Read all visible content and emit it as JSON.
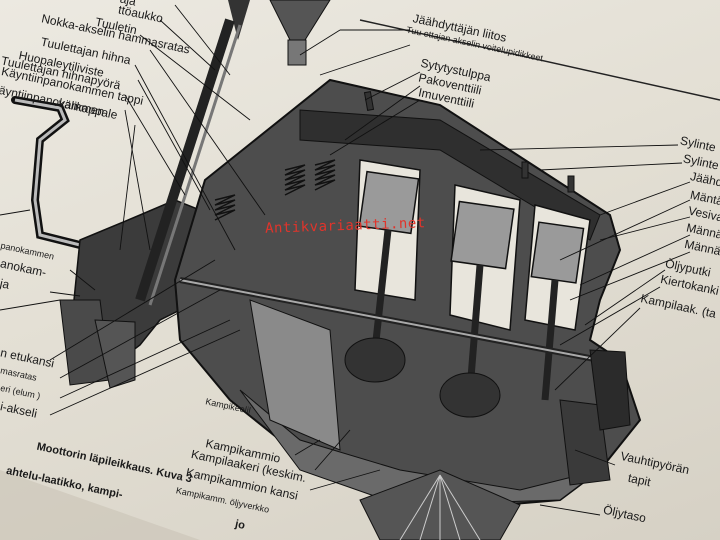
{
  "labels_left": [
    {
      "id": "l1",
      "text": "aja"
    },
    {
      "id": "l2",
      "text": "ttöaukko"
    },
    {
      "id": "l3",
      "text": "Tuuletin"
    },
    {
      "id": "l4",
      "text": "Nokka-akselin hammasratas"
    },
    {
      "id": "l5",
      "text": "Tuulettajan hihna"
    },
    {
      "id": "l6",
      "text": "Huopaleytiliviste"
    },
    {
      "id": "l7",
      "text": "Tuulettajan hihnapyörä"
    },
    {
      "id": "l8",
      "text": "Käyntiinpanokammen tappi"
    },
    {
      "id": "l9",
      "text": "Käyntiinpanokammen"
    },
    {
      "id": "l10",
      "text": "välikappale"
    },
    {
      "id": "l11",
      "text": "panokammen"
    },
    {
      "id": "l12",
      "text": "anokam-"
    },
    {
      "id": "l13",
      "text": "ja"
    },
    {
      "id": "l14",
      "text": "n etukansi"
    },
    {
      "id": "l15",
      "text": "masratas"
    },
    {
      "id": "l16",
      "text": "eri (elum )"
    },
    {
      "id": "l17",
      "text": "i-akseli"
    }
  ],
  "labels_top": [
    {
      "id": "t1",
      "text": "Jäähdyttäjän liitos"
    },
    {
      "id": "t2",
      "text": "Tuu ettajan akselin voitelupidikkeet"
    },
    {
      "id": "t3",
      "text": "Sytytystulppa"
    },
    {
      "id": "t4",
      "text": "Pakoventtiili"
    },
    {
      "id": "t5",
      "text": "Imuventtiili"
    }
  ],
  "labels_right": [
    {
      "id": "r1",
      "text": "Sylinte"
    },
    {
      "id": "r2",
      "text": "Sylinte"
    },
    {
      "id": "r3",
      "text": "Jäähdy"
    },
    {
      "id": "r4",
      "text": "Mäntä"
    },
    {
      "id": "r5",
      "text": "Vesivaip"
    },
    {
      "id": "r6",
      "text": "Männänre"
    },
    {
      "id": "r7",
      "text": "Männäntap"
    },
    {
      "id": "r8",
      "text": "Öljyputki"
    },
    {
      "id": "r9",
      "text": "Kiertokanki"
    },
    {
      "id": "r10",
      "text": "Kampilaak. (ta"
    },
    {
      "id": "r11",
      "text": "Vauhtipyörän"
    },
    {
      "id": "r12",
      "text": "tapit"
    },
    {
      "id": "r13",
      "text": "Öljytaso"
    }
  ],
  "labels_bottom": [
    {
      "id": "b1",
      "text": "Kampikeelil"
    },
    {
      "id": "b2",
      "text": "Kampikammio"
    },
    {
      "id": "b3",
      "text": "Kampilaakeri (keskim."
    },
    {
      "id": "b4",
      "text": "Kampikammion kansi"
    },
    {
      "id": "b5",
      "text": "Kampikamm. öljyverkko"
    }
  ],
  "caption": {
    "line1": "Moottorin läpileikkaus. Kuva 3",
    "line2": "ahtelu-laatikko, kampi-",
    "fragment": "jo"
  },
  "watermark": "Antikvariaatti.net"
}
